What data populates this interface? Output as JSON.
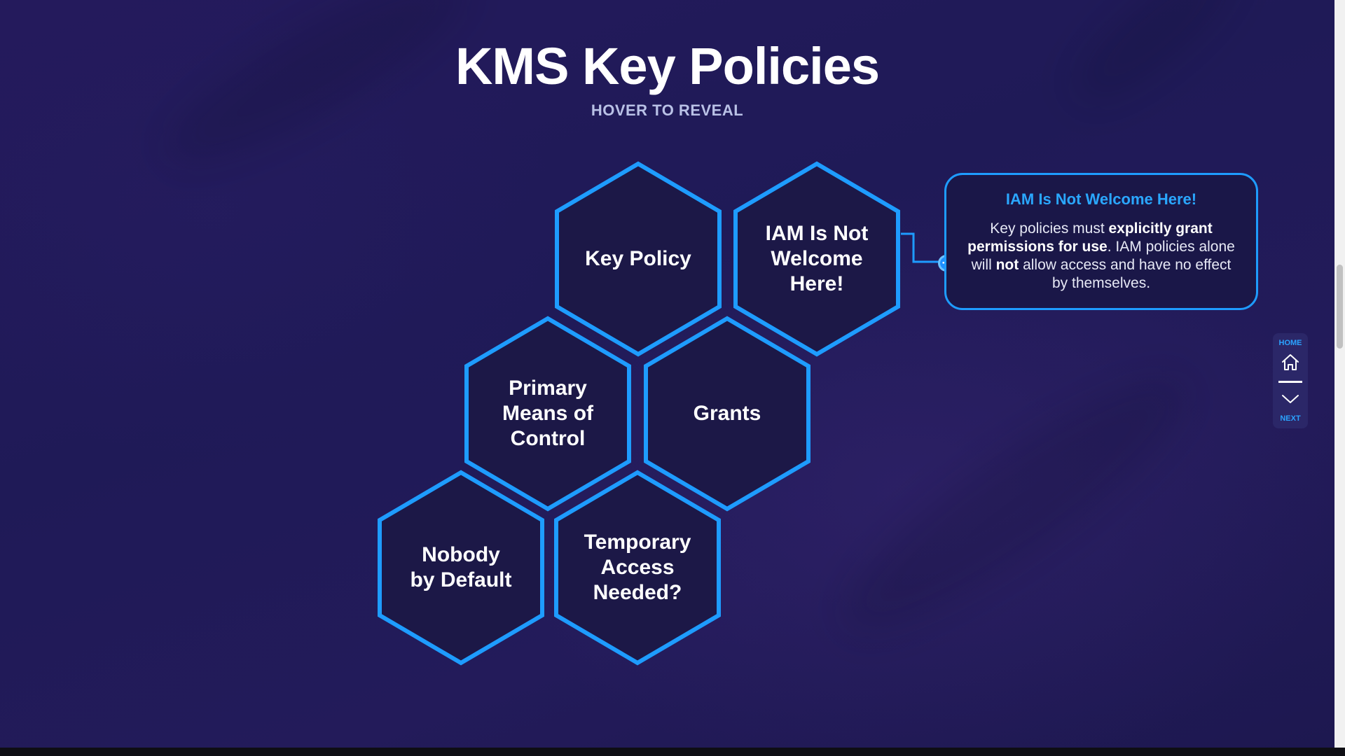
{
  "header": {
    "title": "KMS Key Policies",
    "subtitle": "HOVER TO REVEAL"
  },
  "hexagons": [
    {
      "label": "Key Policy"
    },
    {
      "label": "IAM Is Not\nWelcome\nHere!"
    },
    {
      "label": "Primary\nMeans of\nControl"
    },
    {
      "label": "Grants"
    },
    {
      "label": "Nobody\nby Default"
    },
    {
      "label": "Temporary\nAccess\nNeeded?"
    }
  ],
  "callout": {
    "title": "IAM Is Not Welcome Here!",
    "body_1": "Key policies must ",
    "body_2": "explicitly grant permissions for use",
    "body_3": ". IAM policies alone will ",
    "body_4": "not",
    "body_5": " allow access and have no effect by themselves."
  },
  "nav": {
    "home_label": "HOME",
    "next_label": "NEXT"
  },
  "colors": {
    "accent": "#1e9cff",
    "background": "#221b5b",
    "hex_fill": "#1c1847"
  }
}
